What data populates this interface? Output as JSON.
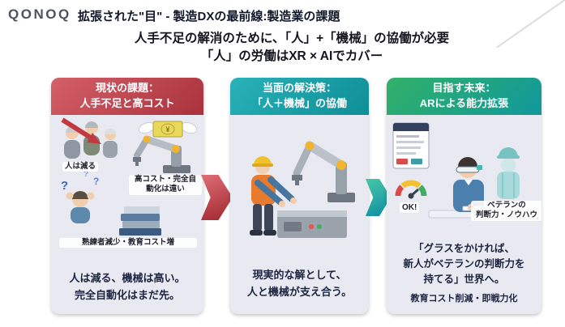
{
  "logo": {
    "text": "QONOQ"
  },
  "header": {
    "title": "拡張された\"目\" - 製造DXの最前線:製造業の課題"
  },
  "subtitle": {
    "line1": "人手不足の解消のために、「人」+「機械」の協働が必要",
    "line2": "「人」の労働はXR × AIでカバー"
  },
  "panels": {
    "current": {
      "header_line1": "現状の課題：",
      "header_line2": "人手不足と高コスト",
      "label_people": "人は減る",
      "label_cost": "高コスト・完全自動化は遠い",
      "label_skill": "熟練者減少・教育コスト増",
      "question_mark": "?",
      "yen": "¥",
      "footer_line1": "人は減る、機械は高い。",
      "footer_line2": "完全自動化はまだ先。"
    },
    "solution": {
      "header_line1": "当面の解決策：",
      "header_line2": "「人＋機械」の協働",
      "footer_line1": "現実的な解として、",
      "footer_line2": "人と機械が支え合う。"
    },
    "future": {
      "header_line1": "目指す未来：",
      "header_line2": "ARによる能力拡張",
      "label_ok": "OK!",
      "label_veteran_line1": "ベテランの",
      "label_veteran_line2": "判断力・ノウハウ",
      "footer_line1": "「グラスをかければ、",
      "footer_line2": "新人がベテランの判断力を",
      "footer_line3": "持てる」世界へ。",
      "footer_sub": "教育コスト削減・即戦力化"
    }
  },
  "colors": {
    "title_text": "#10182c",
    "footer_text": "#1c2440",
    "panel1_grad_start": "#d4606a",
    "panel1_grad_end": "#a9323c",
    "panel2_grad_start": "#29b2b9",
    "panel2_grad_end": "#0f8e97",
    "panel3_grad_start": "#31b169",
    "panel3_grad_end": "#11989b",
    "arrow1_start": "#df6e77",
    "arrow1_end": "#a0262e",
    "arrow2_start": "#47c7a6",
    "arrow2_end": "#0e8da2"
  }
}
